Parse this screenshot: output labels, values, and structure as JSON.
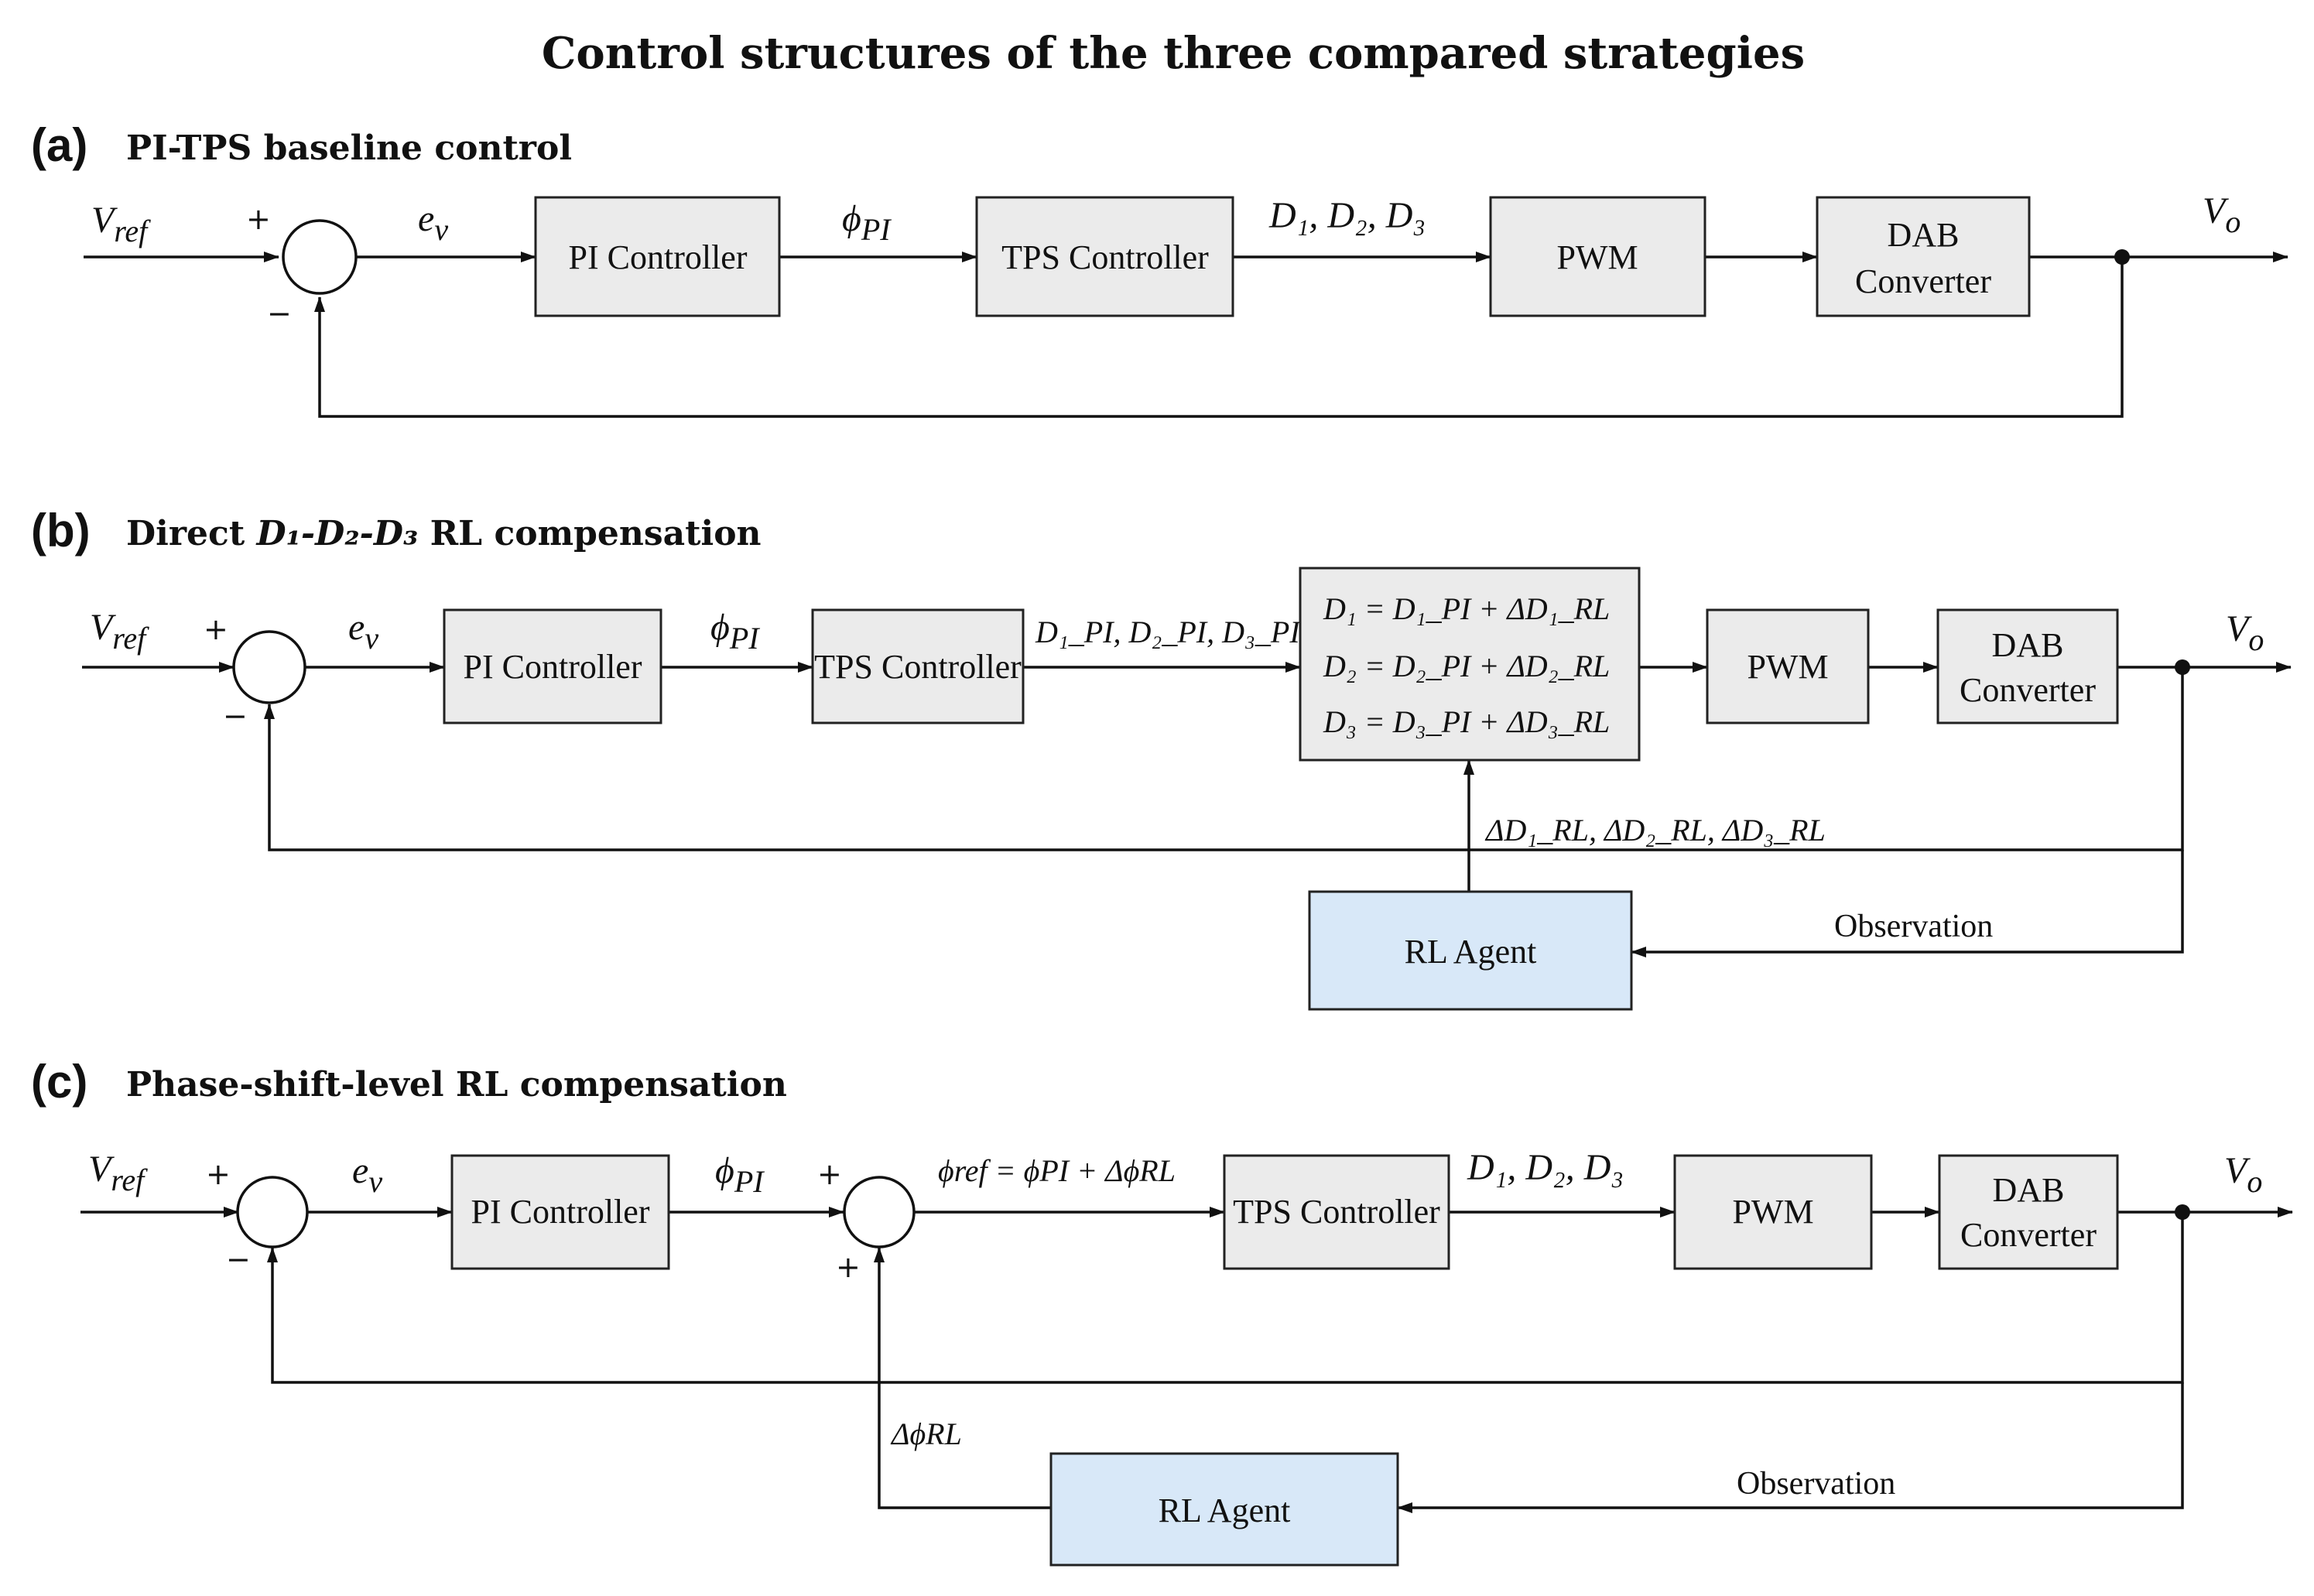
{
  "figure": {
    "title": "Control structures of the three compared strategies"
  },
  "panels": [
    {
      "letter": "(a)",
      "title": "PI-TPS baseline control",
      "blocks": {
        "pi": "PI Controller",
        "tps": "TPS Controller",
        "pwm": "PWM",
        "dab_line1": "DAB",
        "dab_line2": "Converter"
      },
      "signals": {
        "vref": "V",
        "vref_sub": "ref",
        "ev": "e",
        "ev_sub": "v",
        "phi": "ϕ",
        "phi_sub": "PI",
        "d": "D₁, D₂, D₃",
        "vo": "V",
        "vo_sub": "o"
      },
      "signs": {
        "plus": "+",
        "minus": "−"
      }
    },
    {
      "letter": "(b)",
      "title_prefix": "Direct ",
      "title_math": "D₁-D₂-D₃",
      "title_suffix": " RL compensation",
      "blocks": {
        "pi": "PI Controller",
        "tps": "TPS Controller",
        "pwm": "PWM",
        "dab_line1": "DAB",
        "dab_line2": "Converter",
        "sum_line1": "D₁ = D₁_PI + ΔD₁_RL",
        "sum_line2": "D₂ = D₂_PI + ΔD₂_RL",
        "sum_line3": "D₃ = D₃_PI + ΔD₃_RL",
        "rl": "RL Agent"
      },
      "signals": {
        "vref": "V",
        "vref_sub": "ref",
        "ev": "e",
        "ev_sub": "v",
        "phi": "ϕ",
        "phi_sub": "PI",
        "d_pi": "D₁_PI, D₂_PI, D₃_PI",
        "delta_d": "ΔD₁_RL, ΔD₂_RL, ΔD₃_RL",
        "observation": "Observation",
        "vo": "V",
        "vo_sub": "o"
      },
      "signs": {
        "plus": "+",
        "minus": "−"
      }
    },
    {
      "letter": "(c)",
      "title": "Phase-shift-level RL compensation",
      "blocks": {
        "pi": "PI Controller",
        "tps": "TPS Controller",
        "pwm": "PWM",
        "dab_line1": "DAB",
        "dab_line2": "Converter",
        "rl": "RL Agent"
      },
      "signals": {
        "vref": "V",
        "vref_sub": "ref",
        "ev": "e",
        "ev_sub": "v",
        "phi": "ϕ",
        "phi_sub": "PI",
        "phi_ref": "ϕref = ϕPI + ΔϕRL",
        "d": "D₁, D₂, D₃",
        "delta_phi": "ΔϕRL",
        "observation": "Observation",
        "vo": "V",
        "vo_sub": "o"
      },
      "signs": {
        "plus": "+",
        "minus": "−",
        "plus2": "+",
        "plus3": "+"
      }
    }
  ],
  "colors": {
    "block_fill": "#ebebeb",
    "rl_fill": "#d8e8f8",
    "line": "#111111"
  }
}
